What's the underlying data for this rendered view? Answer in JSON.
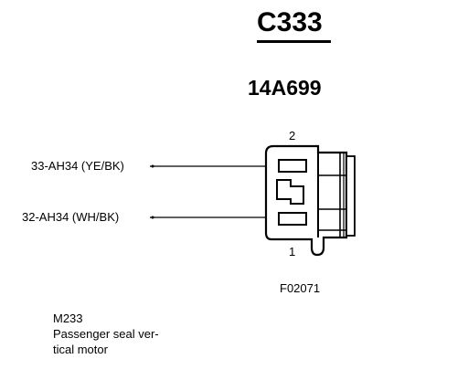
{
  "connector": {
    "id": "C333",
    "part_number": "14A699",
    "figure_code": "F02071"
  },
  "pins": [
    {
      "number": "2"
    },
    {
      "number": "1"
    }
  ],
  "wires": [
    {
      "label": "33-AH34 (YE/BK)"
    },
    {
      "label": "32-AH34 (WH/BK)"
    }
  ],
  "component": {
    "code": "M233",
    "description_line1": "Passenger seal ver-",
    "description_line2": "tical motor"
  }
}
